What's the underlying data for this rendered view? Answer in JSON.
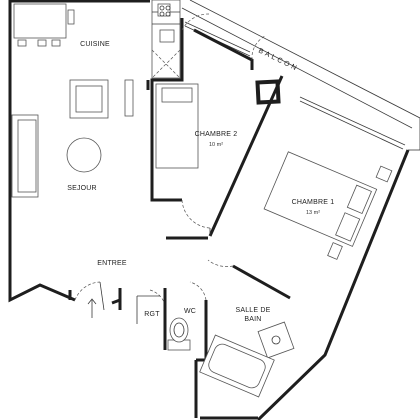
{
  "rooms": {
    "cuisine": {
      "label": "CUISINE"
    },
    "sejour": {
      "label": "SEJOUR"
    },
    "chambre2": {
      "label": "CHAMBRE 2",
      "area": "10 m²"
    },
    "chambre1": {
      "label": "CHAMBRE 1",
      "area": "13 m²"
    },
    "balcon": {
      "label": "BALCON"
    },
    "entree": {
      "label": "ENTREE"
    },
    "rgt": {
      "label": "RGT"
    },
    "wc": {
      "label": "WC"
    },
    "sdb": {
      "label_line1": "SALLE DE",
      "label_line2": "BAIN"
    }
  }
}
